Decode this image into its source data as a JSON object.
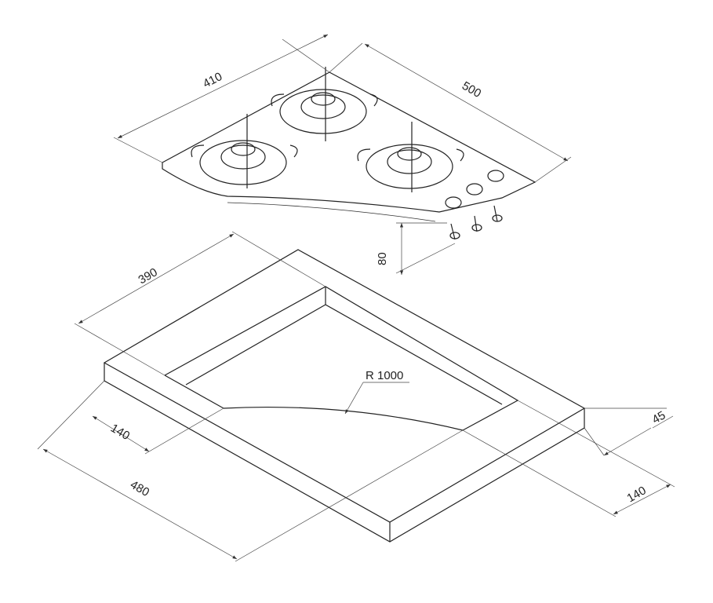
{
  "dimensions": {
    "hob_depth": "410",
    "hob_width": "500",
    "hob_height": "80",
    "cutout_depth": "390",
    "cutout_radius": "R 1000",
    "cutout_left_offset": "140",
    "worktop_thickness": "45",
    "cutout_width": "480",
    "cutout_right_offset": "140"
  }
}
